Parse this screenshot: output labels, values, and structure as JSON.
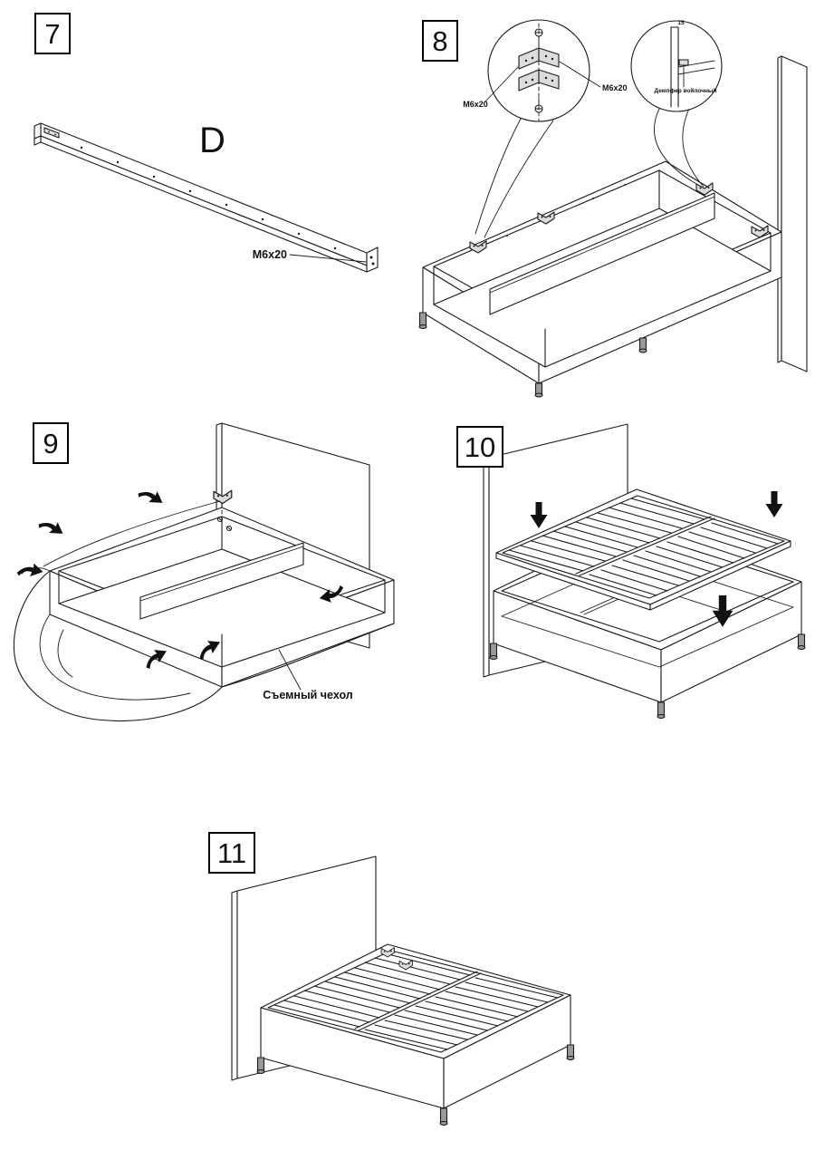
{
  "colors": {
    "line": "#1a1a1a",
    "background": "#ffffff",
    "metal_fill": "#dcdcdc"
  },
  "step7": {
    "number": "7",
    "part_label": "D",
    "hardware_label": "M6x20"
  },
  "step8": {
    "number": "8",
    "hardware_label_left": "M6x20",
    "hardware_label_right": "M6x20",
    "damper_label": "Демпфер войлочный",
    "dimension_label": "15"
  },
  "step9": {
    "number": "9",
    "cover_label": "Съемный чехол"
  },
  "step10": {
    "number": "10"
  },
  "step11": {
    "number": "11"
  }
}
